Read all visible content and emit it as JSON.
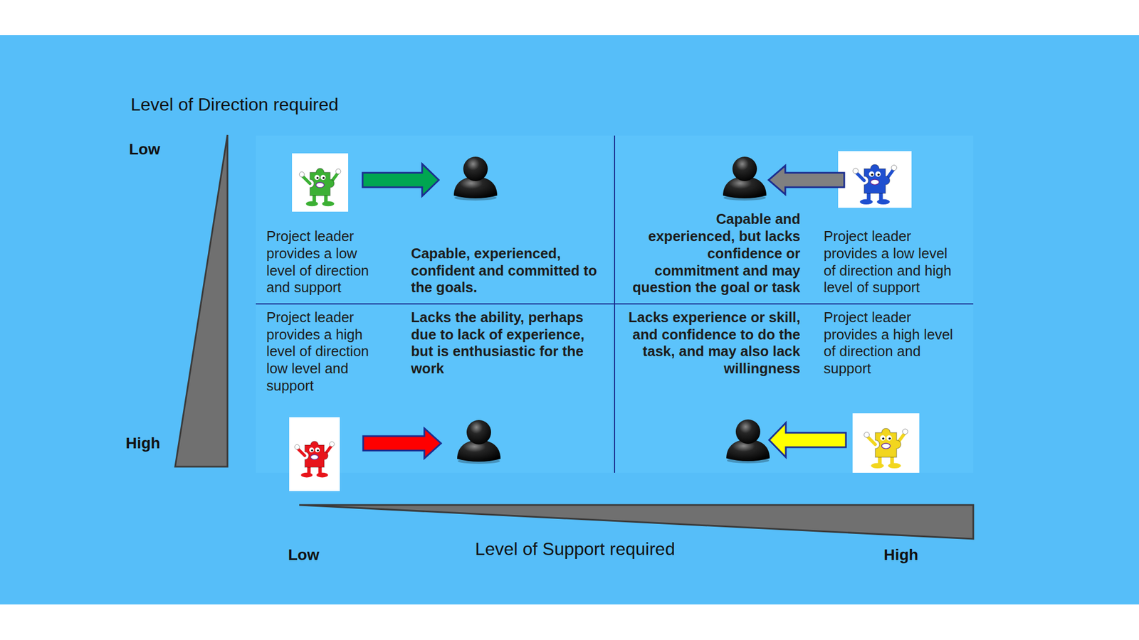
{
  "diagram": {
    "nodes": [
      {
        "text": [
          "Project leader provides a low level of direction and support",
          "Capable, experienced, confident and committed to the goals."
        ]
      },
      {
        "text": [
          "Capable and experienced, but lacks confidence or commitment and may question the goal or task",
          "Project leader provides a low level of direction and high level of support"
        ]
      },
      {
        "text": [
          "Project leader provides a high level of direction low level and support",
          "Lacks the ability, perhaps due to lack of experience, but is enthusiastic for the work"
        ]
      },
      {
        "text": [
          "Lacks experience or skill, and confidence to do the task, and may also lack willingness",
          "Project leader provides a high level of direction and support"
        ]
      }
    ],
    "labels": [
      "Level of Direction required",
      "Low",
      "High",
      "Low",
      "Level of Support required",
      "High"
    ]
  }
}
